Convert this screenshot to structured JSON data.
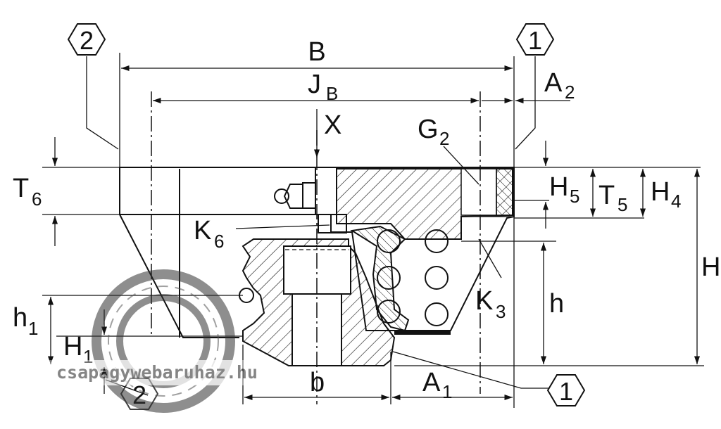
{
  "dimensions": {
    "B": "B",
    "JB_main": "J",
    "JB_sub": "B",
    "X": "X",
    "A2_main": "A",
    "A2_sub": "2",
    "G2_main": "G",
    "G2_sub": "2",
    "T6_main": "T",
    "T6_sub": "6",
    "H5_main": "H",
    "H5_sub": "5",
    "T5_main": "T",
    "T5_sub": "5",
    "H4_main": "H",
    "H4_sub": "4",
    "H": "H",
    "K6_main": "K",
    "K6_sub": "6",
    "K3_main": "K",
    "K3_sub": "3",
    "h": "h",
    "h1_main": "h",
    "h1_sub": "1",
    "H1_main": "H",
    "H1_sub": "1",
    "b": "b",
    "A1_main": "A",
    "A1_sub": "1"
  },
  "callouts": {
    "ref1_top": "1",
    "ref1_bottom": "1",
    "ref2_top": "2",
    "ref2_bottom": "2"
  },
  "watermark": {
    "text": "csapagywebaruhaz.hu"
  }
}
